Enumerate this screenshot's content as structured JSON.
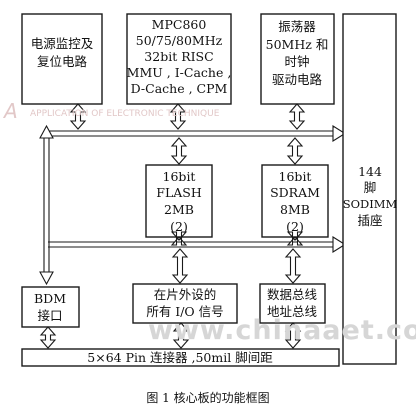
{
  "blocks": {
    "power_monitor": [
      "电源监控及",
      "复位电路"
    ],
    "mpc860": [
      "MPC860",
      "50/75/80MHz",
      "32bit  RISC",
      "MMU , I-Cache ,",
      "D-Cache , CPM"
    ],
    "oscillator": [
      "振荡器",
      "50MHz 和",
      "时钟",
      "驱动电路"
    ],
    "sodimm": [
      "144",
      "脚",
      "SODIMM",
      "插座"
    ],
    "flash": [
      "16bit",
      "FLASH",
      "2MB",
      "(2)"
    ],
    "sdram": [
      "16bit",
      "SDRAM",
      "8MB",
      "(2)"
    ],
    "bdm": [
      "BDM",
      "接口"
    ],
    "io": [
      "在片外设的",
      "所有 I/O 信号"
    ],
    "bus": [
      "数据总线",
      "地址总线"
    ],
    "connector": [
      "5×64 Pin 连接器 ,50mil 脚间距"
    ]
  },
  "caption": "图 1   核心板的功能框图",
  "watermarks": {
    "logo_text": "APPLICATION OF ELECTRONIC TECHNIQUE",
    "site": "www.chinaaet.com"
  }
}
